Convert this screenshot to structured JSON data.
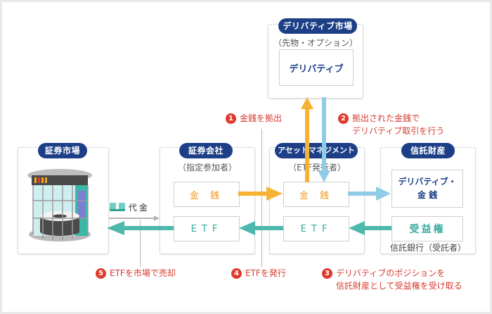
{
  "derivative_market": {
    "title": "デリバティブ市場",
    "subtitle": "（先物・オプション）",
    "box_label": "デリバティブ"
  },
  "securities_market": {
    "title": "証券市場",
    "icon": "exchange-building-icon"
  },
  "securities_company": {
    "title": "証券会社",
    "subtitle": "（指定参加者）",
    "money_label": "金 銭",
    "etf_label": "ETF"
  },
  "asset_management": {
    "title": "アセットマネジメント",
    "subtitle": "（ETF発行者）",
    "money_label": "金 銭",
    "etf_label": "ETF"
  },
  "trust_property": {
    "title": "信託財産",
    "asset_label_line1": "デリバティブ・",
    "asset_label_line2": "金 銭",
    "beneficial_label": "受益権",
    "footer": "信託銀行（受託者）"
  },
  "payment": {
    "label": "代金",
    "icon": "cash-bundle-icon"
  },
  "steps": [
    {
      "number": "1",
      "lines": [
        "金銭を拠出"
      ]
    },
    {
      "number": "2",
      "lines": [
        "拠出された金銭で",
        "デリバティブ取引を行う"
      ]
    },
    {
      "number": "3",
      "lines": [
        "デリバティブのポジションを",
        "信託財産として受益権を受け取る"
      ]
    },
    {
      "number": "4",
      "lines": [
        "ETFを発行"
      ]
    },
    {
      "number": "5",
      "lines": [
        "ETFを市場で売却"
      ]
    }
  ],
  "colors": {
    "pill": "#1d3f87",
    "money_arrow": "#f7b234",
    "derivative_arrow": "#8fcde6",
    "etf_arrow": "#4db8ac",
    "step_badge": "#e0392d",
    "step_text": "#d63b30"
  }
}
